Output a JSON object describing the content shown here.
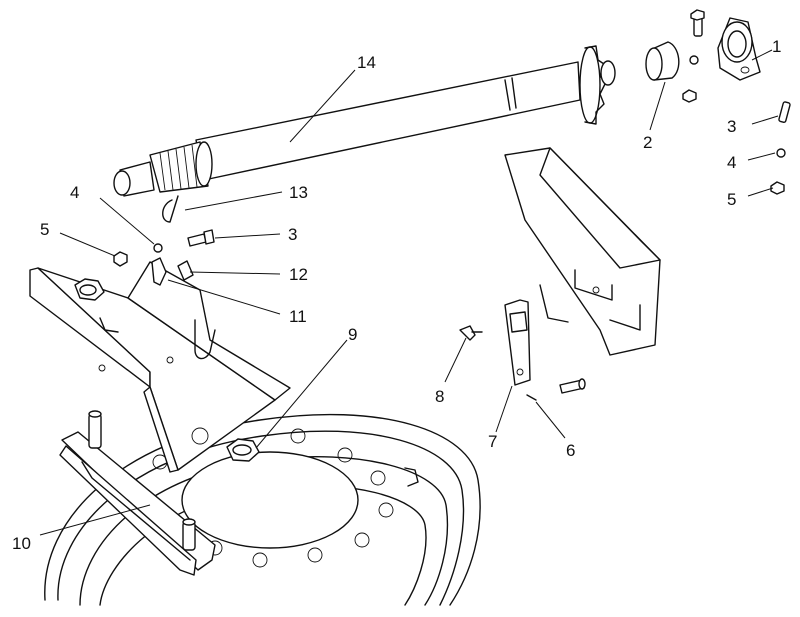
{
  "callouts": [
    {
      "id": "1",
      "label": "1"
    },
    {
      "id": "2",
      "label": "2"
    },
    {
      "id": "3a",
      "label": "3"
    },
    {
      "id": "4a",
      "label": "4"
    },
    {
      "id": "5a",
      "label": "5"
    },
    {
      "id": "14",
      "label": "14"
    },
    {
      "id": "13",
      "label": "13"
    },
    {
      "id": "4b",
      "label": "4"
    },
    {
      "id": "5b",
      "label": "5"
    },
    {
      "id": "3b",
      "label": "3"
    },
    {
      "id": "12",
      "label": "12"
    },
    {
      "id": "11",
      "label": "11"
    },
    {
      "id": "9",
      "label": "9"
    },
    {
      "id": "8",
      "label": "8"
    },
    {
      "id": "7",
      "label": "7"
    },
    {
      "id": "6",
      "label": "6"
    },
    {
      "id": "10",
      "label": "10"
    }
  ]
}
